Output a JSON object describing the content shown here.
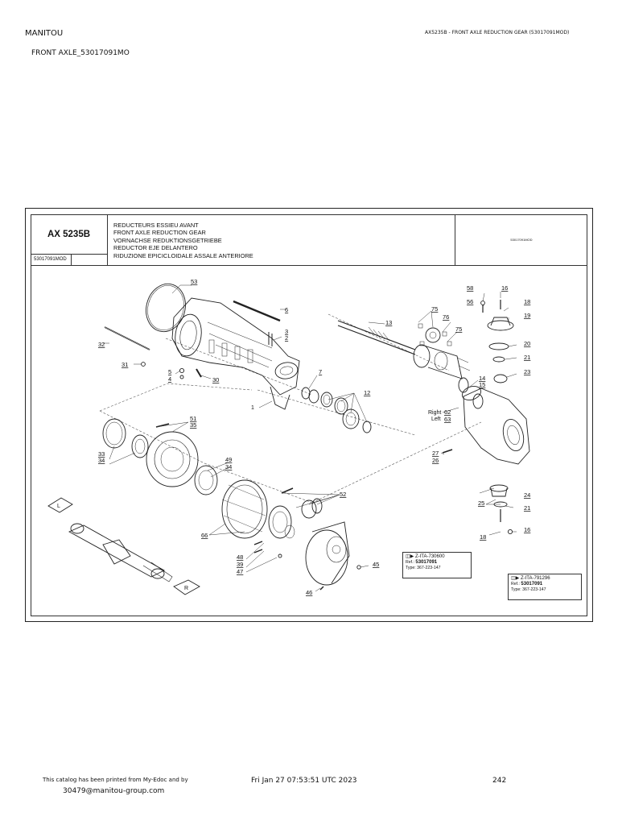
{
  "header": {
    "brand": "MANITOU",
    "document_title": "AX5235B - FRONT AXLE REDUCTION GEAR (53017091MOD)",
    "model_line": "FRONT AXLE_53017091MO"
  },
  "sheet": {
    "code": "AX 5235B",
    "titles": [
      "REDUCTEURS ESSIEU AVANT",
      "FRONT AXLE REDUCTION GEAR",
      "VORNACHSE REDUKTIONSGETRIEBE",
      "REDUCTOR  EJE DELANTERO",
      "RIDUZIONE EPICICLOIDALE ASSALE ANTERIORE"
    ],
    "ref_code": "53017091MOD",
    "sub_code": "53017091MOD"
  },
  "callouts": {
    "c53": "53",
    "c6": "6",
    "c3": "3",
    "c2": "2",
    "c32": "32",
    "c31": "31",
    "c5": "5",
    "c4": "4",
    "c30": "30",
    "c1": "1",
    "c7": "7",
    "c12": "12",
    "c13": "13",
    "c75a": "75",
    "c76": "76",
    "c75b": "75",
    "c58": "58",
    "c16a": "16",
    "c56": "56",
    "c18a": "18",
    "c19": "19",
    "c20": "20",
    "c21a": "21",
    "c23": "23",
    "c14": "14",
    "c15": "15",
    "right_label": "Right",
    "c62": "62",
    "left_label": "Left",
    "c63": "63",
    "c27": "27",
    "c26": "26",
    "c51": "51",
    "c35": "35",
    "c33": "33",
    "c34a": "34",
    "c49": "49",
    "c34b": "34",
    "c52": "52",
    "c66": "66",
    "c24": "24",
    "c25": "25",
    "c21b": "21",
    "c18b": "18",
    "c16b": "16",
    "c48": "48",
    "c39": "39",
    "c47": "47",
    "c45": "45",
    "c46": "46",
    "view_l": "L",
    "view_r": "R"
  },
  "ref_box_1": {
    "code": "Z-ITA-730600",
    "ref_label": "Ref.:",
    "ref_value": "53017091",
    "type_label": "Type:",
    "type_value": "367-223-147"
  },
  "ref_box_2": {
    "code": "Z-ITA-791296",
    "ref_label": "Ref.:",
    "ref_value": "53017091",
    "type_label": "Type:",
    "type_value": "367-223-147"
  },
  "footer": {
    "printed_from": "This catalog has been printed from My-Edoc and by",
    "email": "30479@manitou-group.com",
    "date": "Fri Jan 27 07:53:51 UTC 2023",
    "page": "242"
  }
}
